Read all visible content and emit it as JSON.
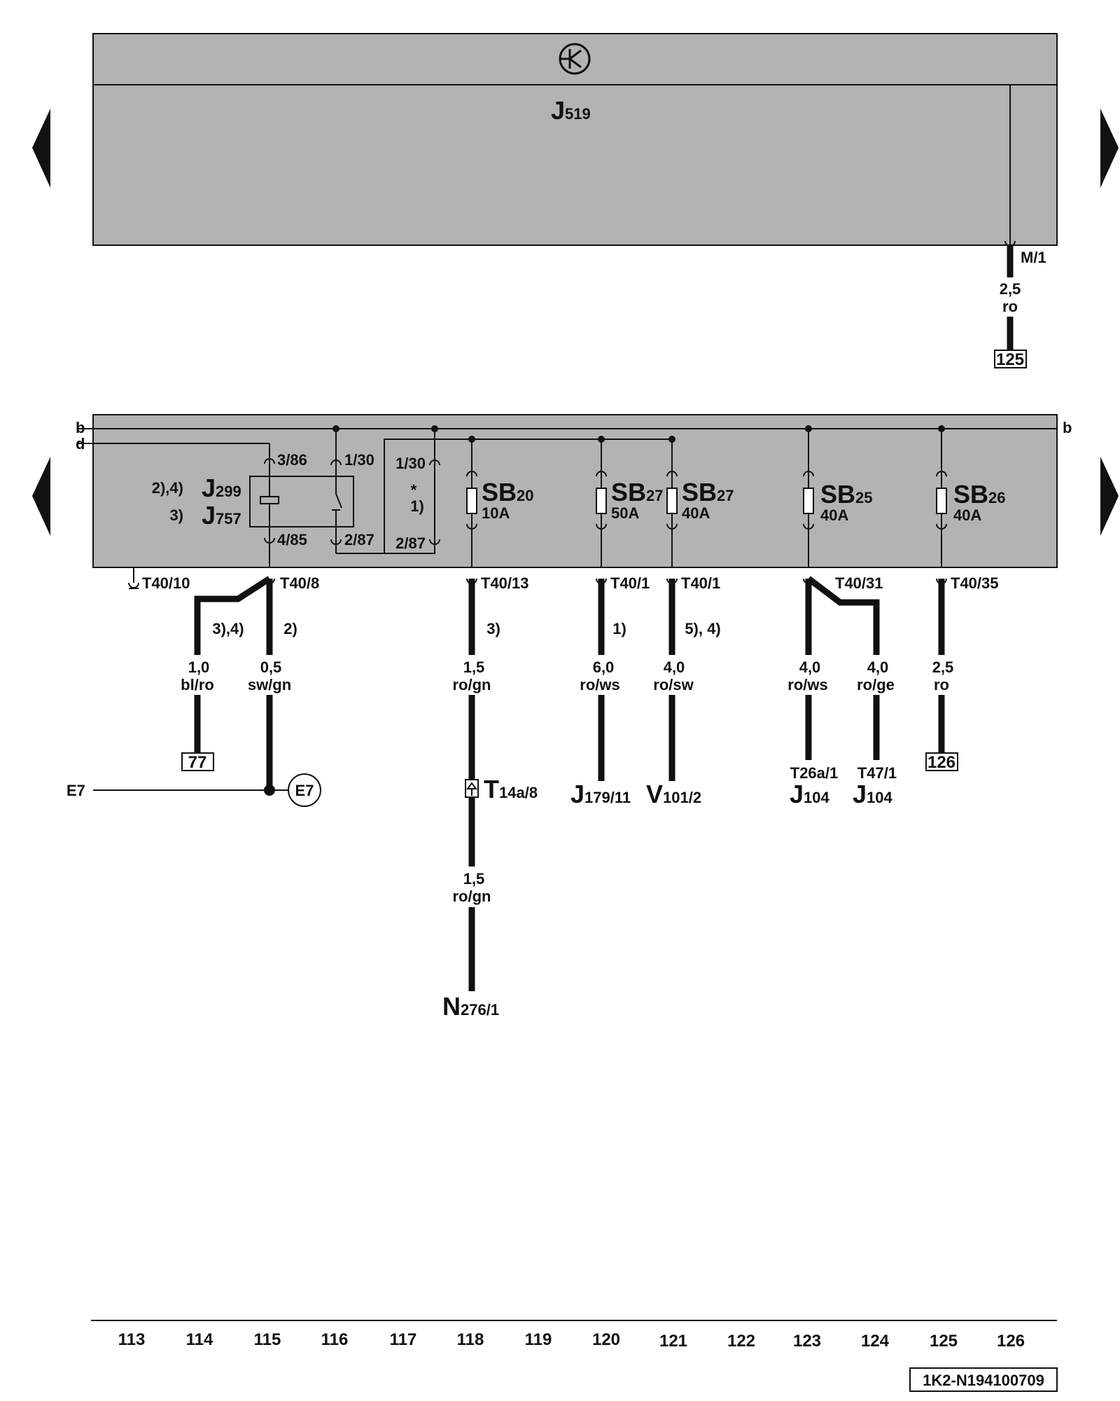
{
  "ecu": {
    "name": "J",
    "sub": "519",
    "pin": "M/1",
    "wire_size": "2,5",
    "wire_color": "ro",
    "ref": "125"
  },
  "rails": {
    "b_left": "b",
    "d_left": "d",
    "b_right": "b"
  },
  "relay": {
    "note1": "2),4)",
    "note2": "3)",
    "name1": "J",
    "sub1": "299",
    "name2": "J",
    "sub2": "757",
    "pin_86": "3/86",
    "pin_85": "4/85",
    "pin_30": "1/30",
    "pin_87": "2/87",
    "alt_pin_30": "1/30",
    "alt_pin_87": "2/87",
    "alt_star": "*",
    "alt_note": "1)"
  },
  "fuses": [
    {
      "id": "SB20",
      "name": "SB",
      "sub": "20",
      "rating": "10A"
    },
    {
      "id": "SB27a",
      "name": "SB",
      "sub": "27",
      "rating": "50A"
    },
    {
      "id": "SB27b",
      "name": "SB",
      "sub": "27",
      "rating": "40A"
    },
    {
      "id": "SB25",
      "name": "SB",
      "sub": "25",
      "rating": "40A"
    },
    {
      "id": "SB26",
      "name": "SB",
      "sub": "26",
      "rating": "40A"
    }
  ],
  "connectors": {
    "t40_10": "T40/10",
    "t40_8": "T40/8",
    "t40_13": "T40/13",
    "t40_1a": "T40/1",
    "t40_1b": "T40/1",
    "t40_31": "T40/31",
    "t40_35": "T40/35"
  },
  "wires": [
    {
      "id": "w114",
      "note": "3),4)",
      "size": "1,0",
      "color": "bl/ro"
    },
    {
      "id": "w115",
      "note": "2)",
      "size": "0,5",
      "color": "sw/gn"
    },
    {
      "id": "w118a",
      "note": "3)",
      "size": "1,5",
      "color": "ro/gn"
    },
    {
      "id": "w118b",
      "size": "1,5",
      "color": "ro/gn"
    },
    {
      "id": "w120",
      "note": "1)",
      "size": "6,0",
      "color": "ro/ws"
    },
    {
      "id": "w121",
      "note": "5), 4)",
      "size": "4,0",
      "color": "ro/sw"
    },
    {
      "id": "w123",
      "size": "4,0",
      "color": "ro/ws"
    },
    {
      "id": "w124",
      "size": "4,0",
      "color": "ro/ge"
    },
    {
      "id": "w125",
      "size": "2,5",
      "color": "ro"
    }
  ],
  "refs": {
    "r77": "77",
    "r126": "126"
  },
  "ground": {
    "left_label": "E7",
    "circle_label": "E7"
  },
  "terminals": {
    "t14": {
      "name": "T",
      "sub": "14a/8"
    },
    "n276": {
      "name": "N",
      "sub": "276/1"
    },
    "j179": {
      "name": "J",
      "sub": "179/11"
    },
    "v101": {
      "name": "V",
      "sub": "101/2"
    },
    "j104a_pin": "T26a/1",
    "j104a": {
      "name": "J",
      "sub": "104"
    },
    "j104b_pin": "T47/1",
    "j104b": {
      "name": "J",
      "sub": "104"
    }
  },
  "columns": [
    "113",
    "114",
    "115",
    "116",
    "117",
    "118",
    "119",
    "120",
    "121",
    "122",
    "123",
    "124",
    "125",
    "126"
  ],
  "doc_id": "1K2-N194100709",
  "colors": {
    "panel": "#b3b3b3",
    "line": "#111111"
  }
}
